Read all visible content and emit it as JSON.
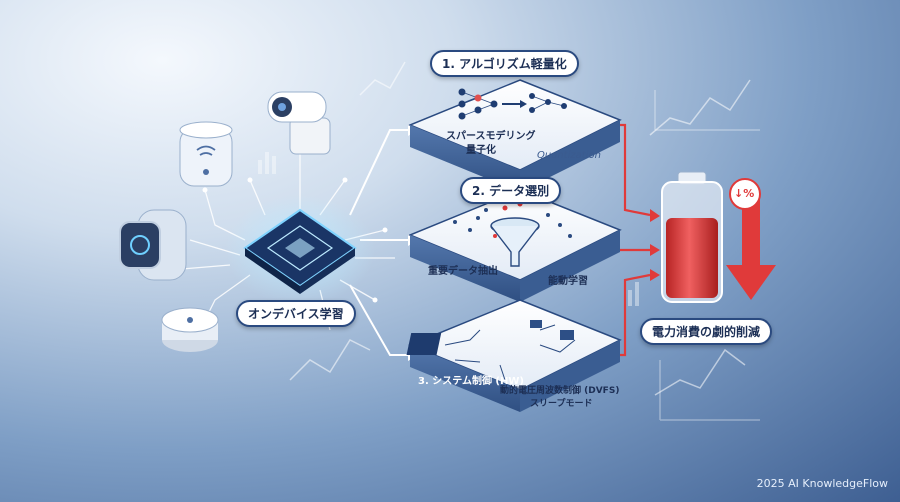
{
  "center": {
    "label": "オンデバイス学習"
  },
  "steps": [
    {
      "title": "1. アルゴリズム軽量化",
      "items": [
        "スパースモデリング",
        "量子化"
      ],
      "watermark": "Quantization"
    },
    {
      "title": "2. データ選別",
      "items": [
        "重要データ抽出",
        "能動学習"
      ]
    },
    {
      "title": "3. システム制御 (HW)",
      "items": [
        "動的電圧周波数制御 (DVFS)",
        "スリープモード"
      ]
    }
  ],
  "result": {
    "label": "電力消費の劇的削減",
    "badge": "↓%"
  },
  "credit": "2025 AI KnowledgeFlow",
  "colors": {
    "accent": "#e03a3a",
    "navy": "#2a4a80",
    "chip_glow": "#7fd3ff",
    "battery_red": "#e23d3d"
  },
  "icons": [
    "smart-speaker-icon",
    "security-camera-icon",
    "smartwatch-icon",
    "sensor-hub-icon",
    "neural-network-icon",
    "funnel-icon",
    "cpu-chip-icon",
    "battery-icon",
    "down-arrow-icon"
  ]
}
